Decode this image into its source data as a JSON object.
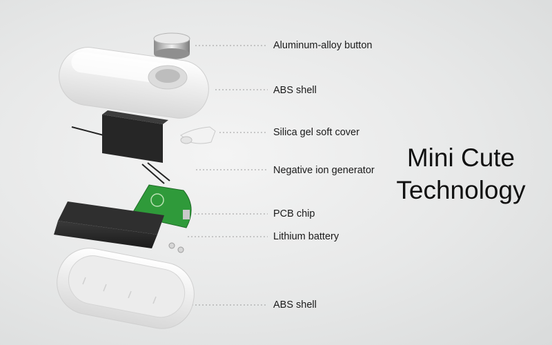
{
  "labels": {
    "button": "Aluminum-alloy button",
    "top_shell": "ABS shell",
    "soft_cover": "Silica gel soft cover",
    "ion_generator": "Negative ion generator",
    "pcb": "PCB chip",
    "battery": "Lithium battery",
    "bottom_shell": "ABS shell"
  },
  "headline": {
    "line1": "Mini Cute",
    "line2": "Technology"
  },
  "colors": {
    "background": "#e7e8e8",
    "shell": "#f5f5f5",
    "pcb": "#2f9a3a",
    "battery": "#2a2a2a",
    "generator": "#262626",
    "leader": "#9a9a9a"
  }
}
